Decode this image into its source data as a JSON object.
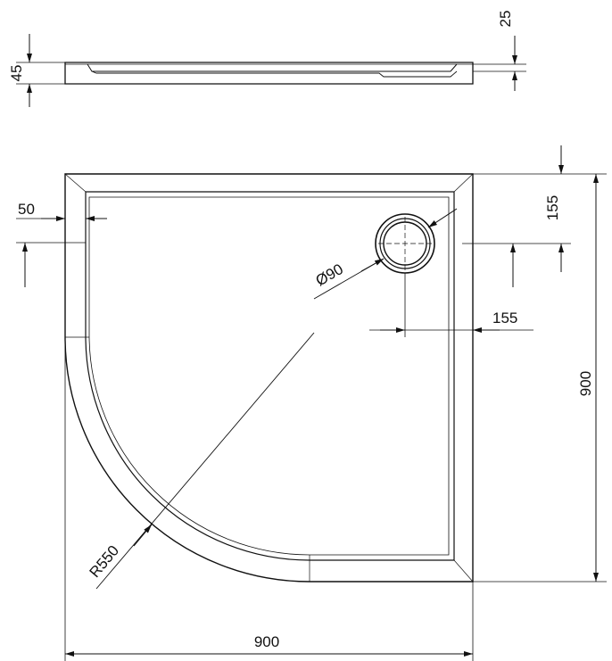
{
  "drawing": {
    "line_color": "#111111",
    "background": "#ffffff",
    "dimensions": {
      "tray_height": "45",
      "rim_height": "25",
      "edge_offset": "50",
      "drain_offset_y": "155",
      "drain_offset_x": "155",
      "drain_diameter": "Ø90",
      "radius": "R550",
      "width": "900",
      "depth": "900"
    }
  }
}
